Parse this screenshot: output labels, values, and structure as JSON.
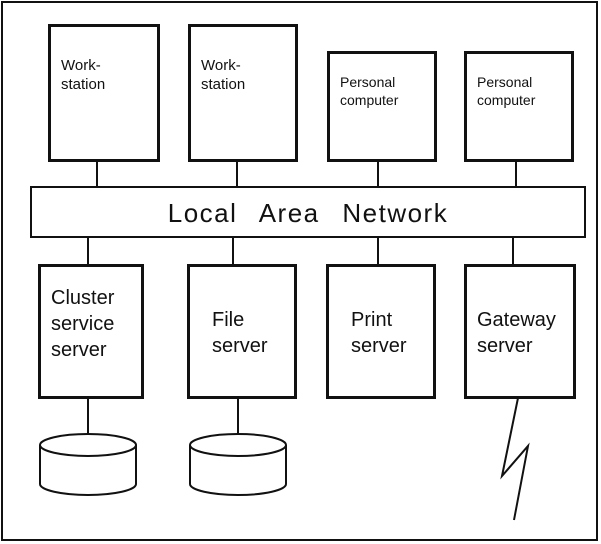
{
  "diagram": {
    "network_label": "Local   Area   Network",
    "top_nodes": [
      {
        "label": "Work-\nstation"
      },
      {
        "label": "Work-\nstation"
      },
      {
        "label": "Personal\ncomputer"
      },
      {
        "label": "Personal\ncomputer"
      }
    ],
    "bottom_nodes": [
      {
        "label": "Cluster\nservice\nserver"
      },
      {
        "label": "File\nserver"
      },
      {
        "label": "Print\nserver"
      },
      {
        "label": "Gateway\nserver"
      }
    ]
  }
}
